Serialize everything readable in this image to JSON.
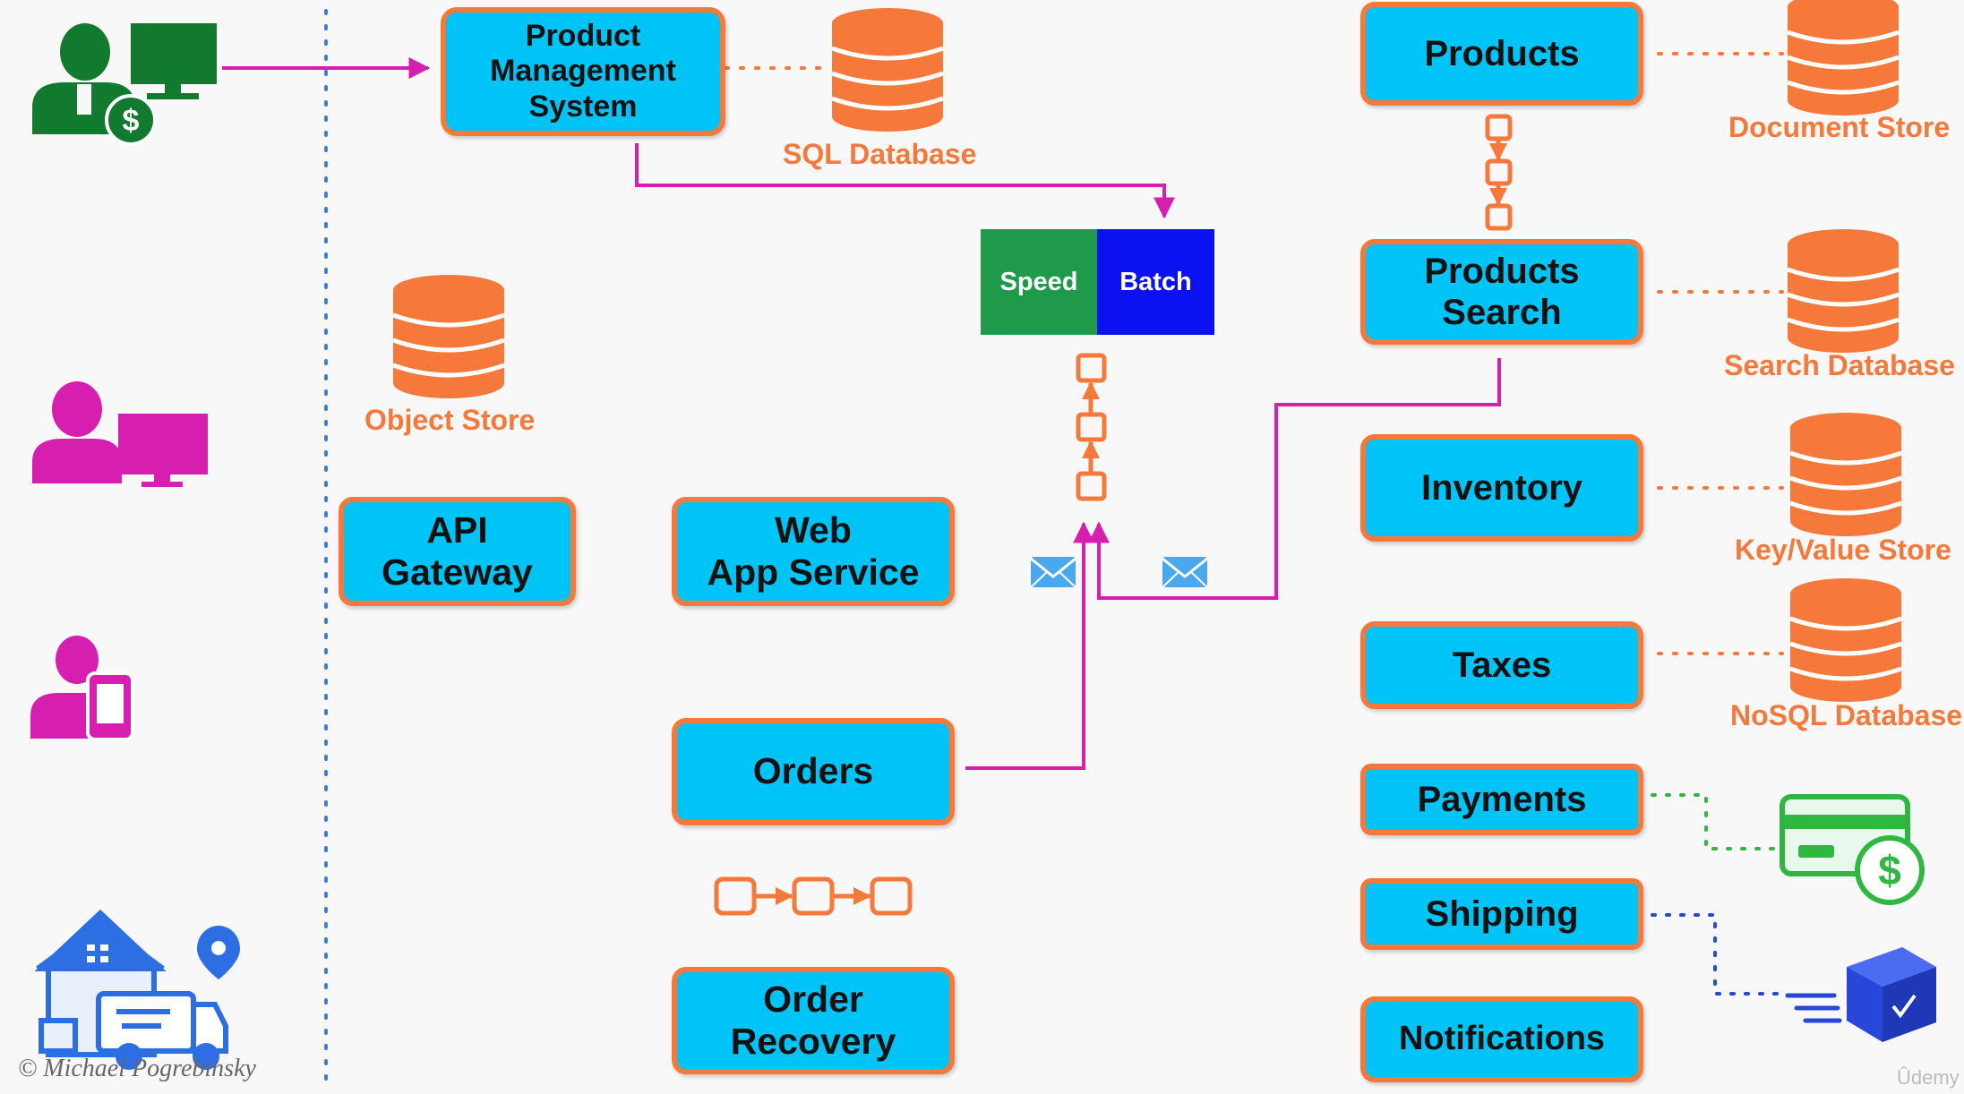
{
  "boxes": {
    "product_management_system": "Product\nManagement\nSystem",
    "products": "Products",
    "products_search": "Products\nSearch",
    "inventory": "Inventory",
    "taxes": "Taxes",
    "payments": "Payments",
    "shipping": "Shipping",
    "notifications": "Notifications",
    "api_gateway": "API\nGateway",
    "web_app_service": "Web\nApp Service",
    "orders": "Orders",
    "order_recovery": "Order\nRecovery"
  },
  "databases": {
    "sql": "SQL Database",
    "document": "Document Store",
    "search": "Search Database",
    "key_value": "Key/Value Store",
    "nosql": "NoSQL Database",
    "object": "Object Store"
  },
  "stream": {
    "speed": "Speed",
    "batch": "Batch"
  },
  "credit": "© Michael Pogrebinsky",
  "watermark": "Ûdemy",
  "colors": {
    "service_fill": "#00c4f5",
    "service_border": "#f4793a",
    "database": "#f4793a",
    "flow_arrow": "#d61fae",
    "admin_icon": "#127a2e",
    "user_icon": "#d61fae",
    "speed": "#1e9a4a",
    "batch": "#0a12f0",
    "payment_icon": "#2fb742",
    "shipping_icon": "#2846d8"
  }
}
